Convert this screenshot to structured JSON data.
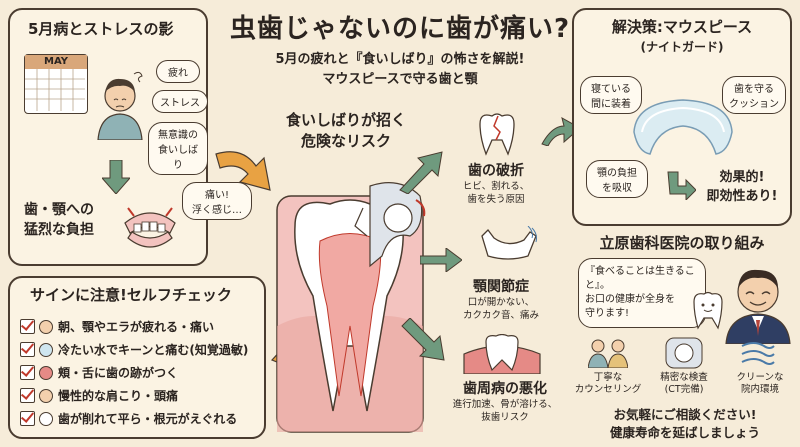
{
  "header": {
    "title": "虫歯じゃないのに歯が痛い?",
    "subtitle_line1": "5月の疲れと『食いしばり』の怖さを解説!",
    "subtitle_line2": "マウスピースで守る歯と顎"
  },
  "panel_may": {
    "title": "5月病とストレスの影",
    "calendar_month": "MAY",
    "bubbles": [
      "疲れ",
      "ストレス",
      "無意識の\n食いしばり"
    ],
    "pain_bubble": "痛い!\n浮く感じ…",
    "result": "歯・顎への\n猛烈な負担"
  },
  "panel_check": {
    "title": "サインに注意!セルフチェック",
    "items": [
      "朝、顎やエラが疲れる・痛い",
      "冷たい水でキーンと痛む(知覚過敏)",
      "頬・舌に歯の跡がつく",
      "慢性的な肩こり・頭痛",
      "歯が削れて平ら・根元がえぐれる"
    ]
  },
  "center": {
    "title": "食いしばりが招く\n危険なリスク",
    "risks": [
      {
        "title": "歯の破折",
        "desc": "ヒビ、割れる、\n歯を失う原因"
      },
      {
        "title": "顎関節症",
        "desc": "口が開かない、\nカクカク音、痛み"
      },
      {
        "title": "歯周病の悪化",
        "desc": "進行加速、骨が溶ける、\n抜歯リスク"
      }
    ]
  },
  "panel_solution": {
    "title": "解決策:マウスピース",
    "subtitle": "(ナイトガード)",
    "bubbles": [
      "寝ている\n間に装着",
      "歯を守る\nクッション",
      "顎の負担\nを吸収"
    ],
    "effect": "効果的!\n即効性あり!"
  },
  "clinic": {
    "title": "立原歯科医院の取り組み",
    "quote": "『食べることは生きること』。\nお口の健康が全身を\n守ります!",
    "features": [
      "丁寧な\nカウンセリング",
      "精密な検査\n(CT完備)",
      "クリーンな\n院内環境"
    ],
    "closing_line1": "お気軽にご相談ください!",
    "closing_line2": "健康寿命を延ばしましょう"
  },
  "colors": {
    "background": "#f6ecd9",
    "arrow_green": "#6f9a7e",
    "arrow_orange": "#e8a243",
    "title_red": "#2b2420",
    "check_red": "#c0392b"
  }
}
